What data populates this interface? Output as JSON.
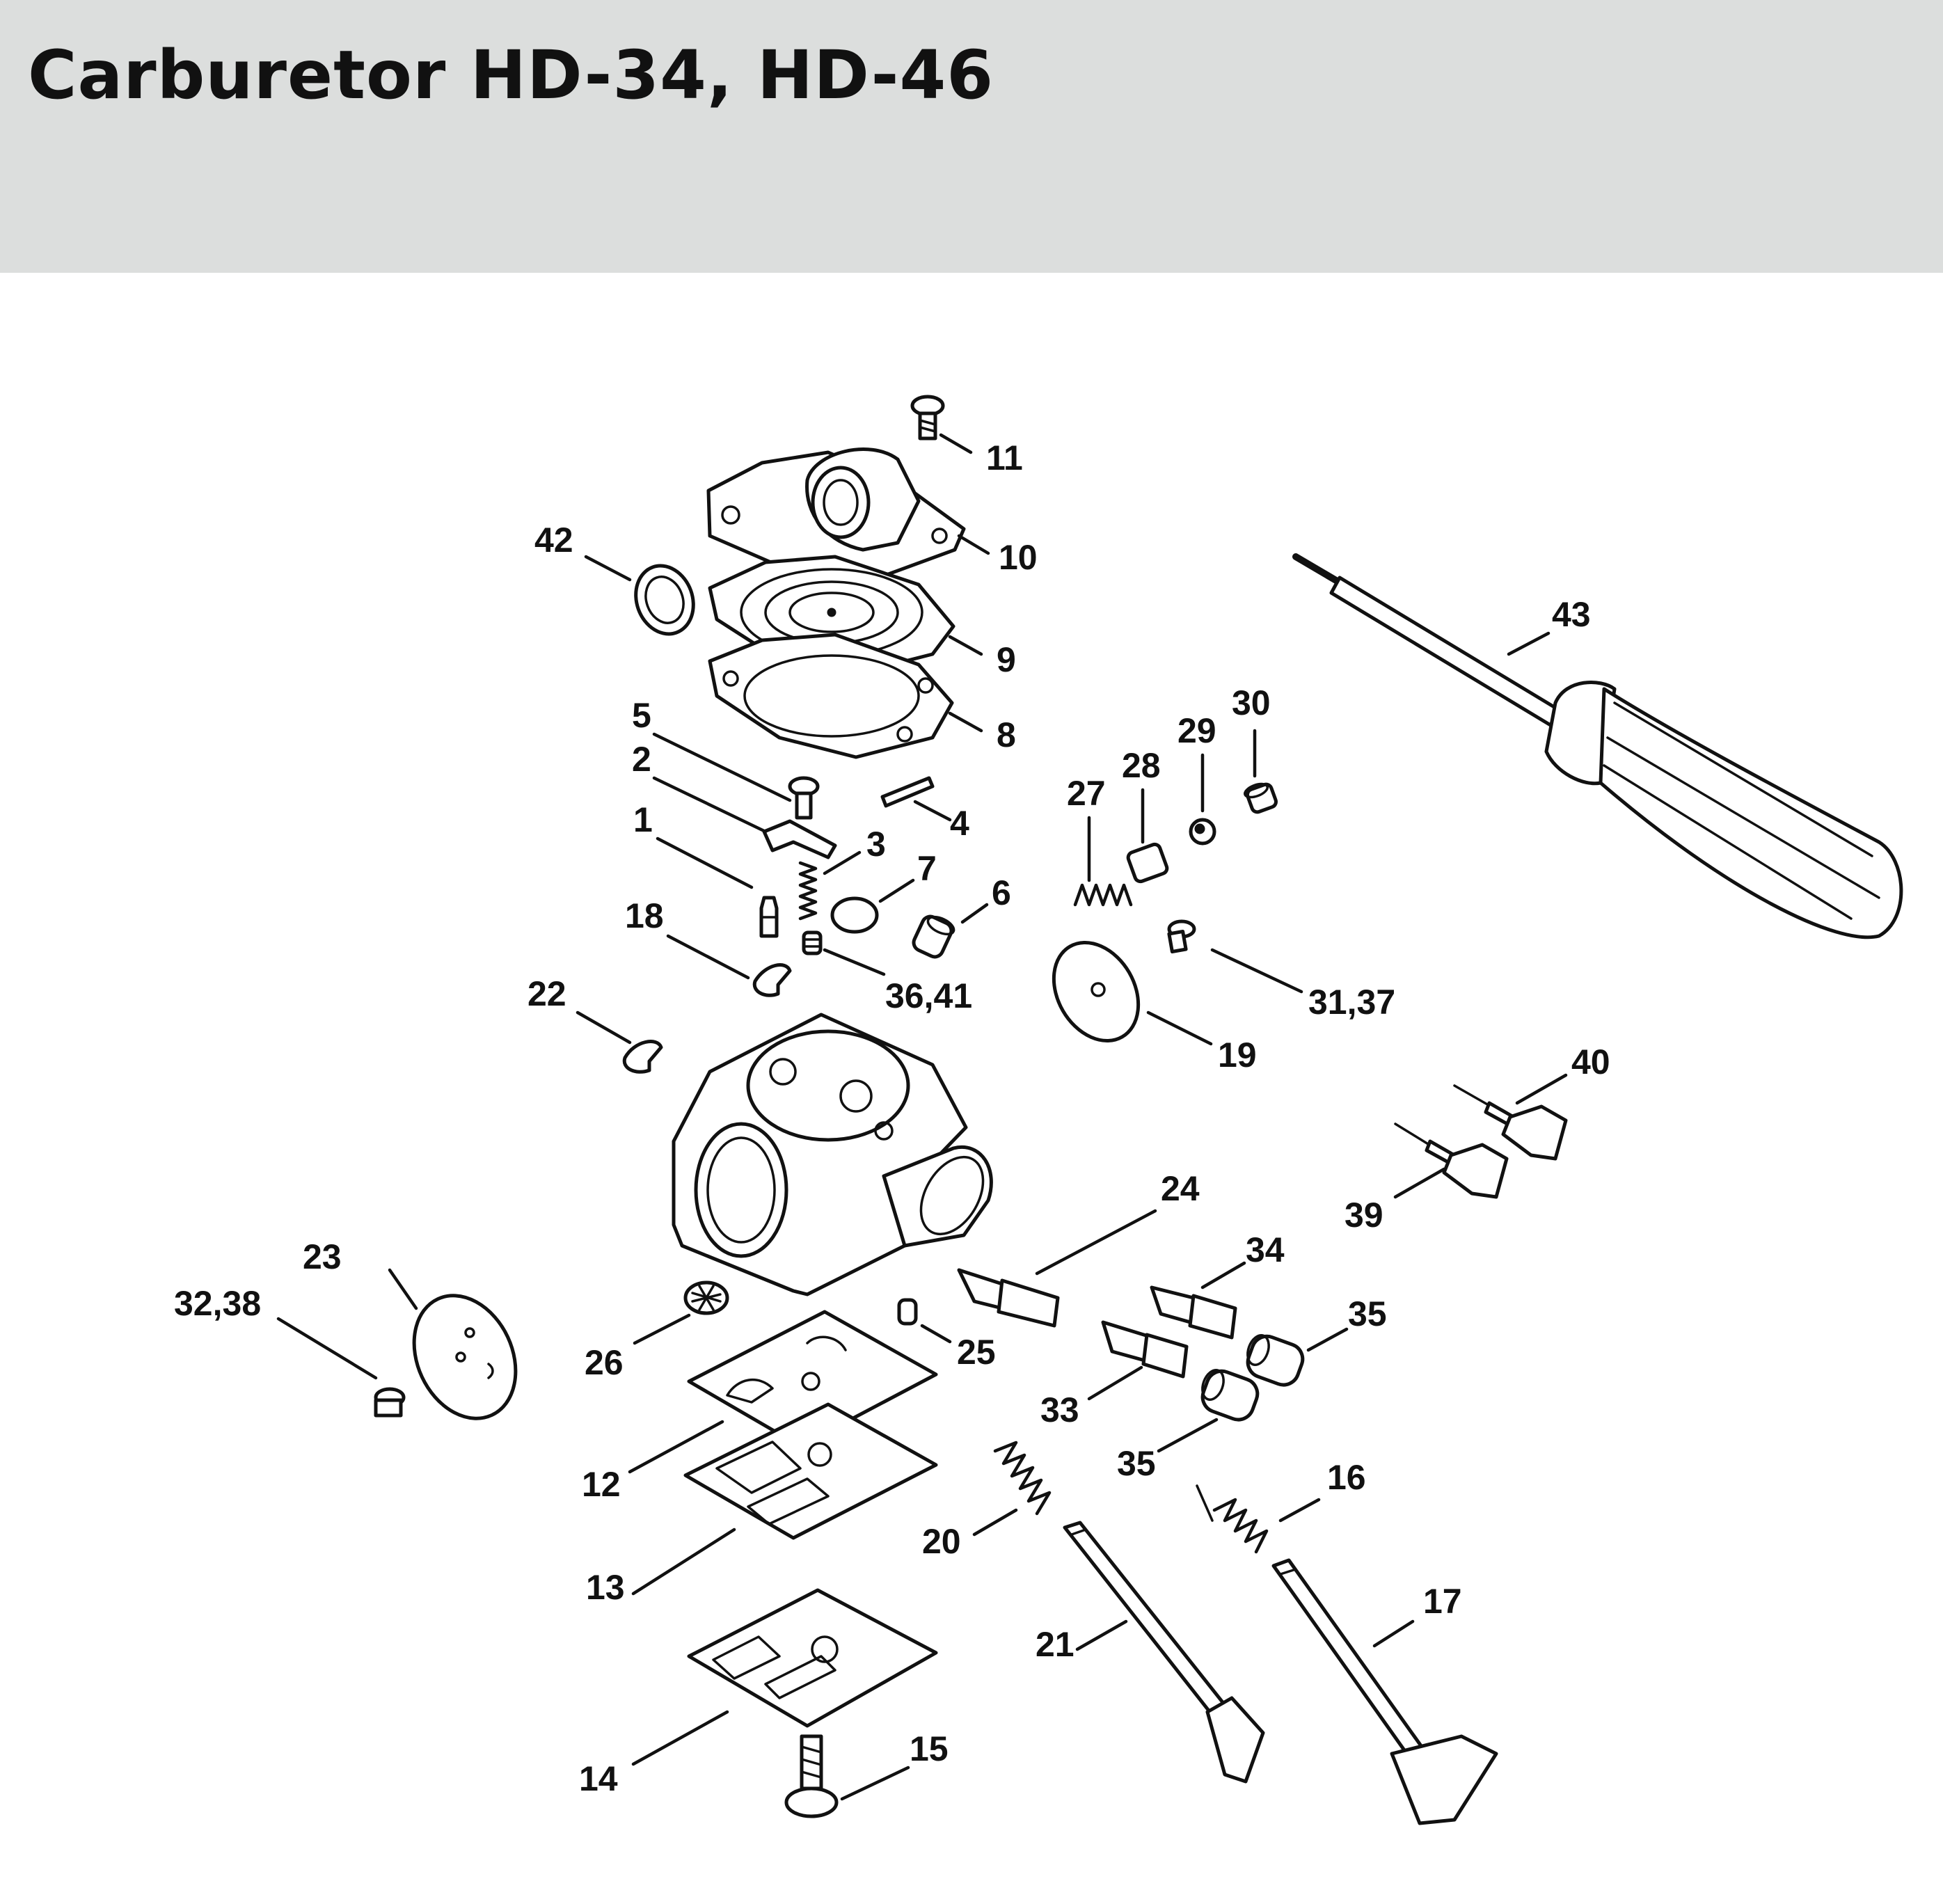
{
  "title": "Carburetor HD-34, HD-46",
  "callouts": [
    {
      "id": "c11",
      "text": "11"
    },
    {
      "id": "c10",
      "text": "10"
    },
    {
      "id": "c42",
      "text": "42"
    },
    {
      "id": "c9",
      "text": "9"
    },
    {
      "id": "c8",
      "text": "8"
    },
    {
      "id": "c43",
      "text": "43"
    },
    {
      "id": "c30",
      "text": "30"
    },
    {
      "id": "c29",
      "text": "29"
    },
    {
      "id": "c28",
      "text": "28"
    },
    {
      "id": "c27",
      "text": "27"
    },
    {
      "id": "c5",
      "text": "5"
    },
    {
      "id": "c2",
      "text": "2"
    },
    {
      "id": "c4",
      "text": "4"
    },
    {
      "id": "c1",
      "text": "1"
    },
    {
      "id": "c3",
      "text": "3"
    },
    {
      "id": "c7",
      "text": "7"
    },
    {
      "id": "c6",
      "text": "6"
    },
    {
      "id": "c18",
      "text": "18"
    },
    {
      "id": "c3641",
      "text": "36,41"
    },
    {
      "id": "c3137",
      "text": "31,37"
    },
    {
      "id": "c22",
      "text": "22"
    },
    {
      "id": "c19",
      "text": "19"
    },
    {
      "id": "c40",
      "text": "40"
    },
    {
      "id": "c24",
      "text": "24"
    },
    {
      "id": "c39",
      "text": "39"
    },
    {
      "id": "c23",
      "text": "23"
    },
    {
      "id": "c34",
      "text": "34"
    },
    {
      "id": "c3238",
      "text": "32,38"
    },
    {
      "id": "c35a",
      "text": "35"
    },
    {
      "id": "c26",
      "text": "26"
    },
    {
      "id": "c25",
      "text": "25"
    },
    {
      "id": "c33",
      "text": "33"
    },
    {
      "id": "c35b",
      "text": "35"
    },
    {
      "id": "c12",
      "text": "12"
    },
    {
      "id": "c16",
      "text": "16"
    },
    {
      "id": "c20",
      "text": "20"
    },
    {
      "id": "c17",
      "text": "17"
    },
    {
      "id": "c13",
      "text": "13"
    },
    {
      "id": "c21",
      "text": "21"
    },
    {
      "id": "c15",
      "text": "15"
    },
    {
      "id": "c14",
      "text": "14"
    }
  ]
}
